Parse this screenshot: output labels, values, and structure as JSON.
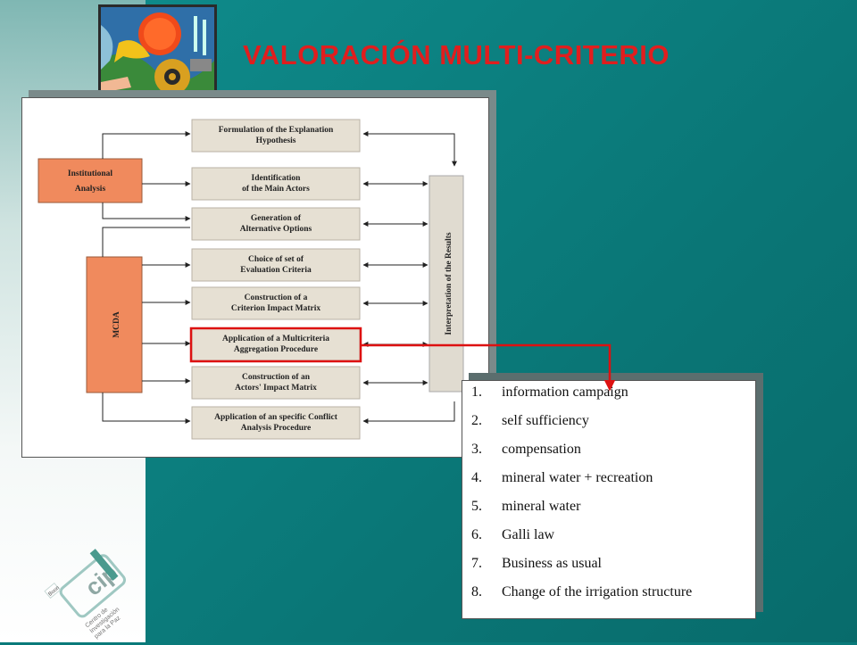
{
  "title": "VALORACIÓN MULTI-CRITERIO",
  "colors": {
    "title": "#e01e1e",
    "background": "#0a7a7a",
    "orange_box": "#f08a5d",
    "step_box": "#e6e0d3",
    "highlight": "#dd1111"
  },
  "diagram": {
    "institutional_label": [
      "Institutional",
      "Analysis"
    ],
    "mcda_label": "MCDA",
    "interpretation_label": "Interpretation  of  the  Results",
    "steps": [
      [
        "Formulation of the Explanation",
        "Hypothesis"
      ],
      [
        "Identification",
        "of the Main Actors"
      ],
      [
        "Generation of",
        "Alternative Options"
      ],
      [
        "Choice of set of",
        "Evaluation Criteria"
      ],
      [
        "Construction of a",
        "Criterion Impact Matrix"
      ],
      [
        "Application of a Multicriteria",
        "Aggregation Procedure"
      ],
      [
        "Construction of an",
        "Actors' Impact Matrix"
      ],
      [
        "Application of an specific Conflict",
        "Analysis Procedure"
      ]
    ],
    "highlighted_step_index": 5
  },
  "alternatives": [
    {
      "num": "1.",
      "text": "information campaign"
    },
    {
      "num": "2.",
      "text": "self sufficiency"
    },
    {
      "num": "3.",
      "text": "compensation"
    },
    {
      "num": "4.",
      "text": "mineral water + recreation"
    },
    {
      "num": "5.",
      "text": "mineral water"
    },
    {
      "num": "6.",
      "text": "Galli law"
    },
    {
      "num": "7.",
      "text": "Business as usual"
    },
    {
      "num": "8.",
      "text": "Change of the irrigation structure"
    }
  ],
  "logo": {
    "main": "cip",
    "small": "Boon",
    "lines": [
      "Centro de",
      "Investigación",
      "para la Paz"
    ]
  }
}
